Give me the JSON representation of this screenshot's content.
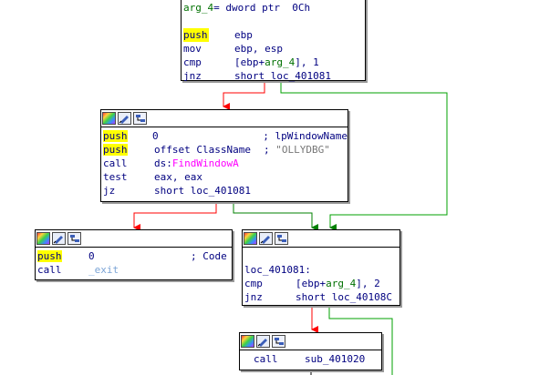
{
  "graph": {
    "node_top": {
      "header_line": {
        "name": "arg_4",
        "rest": "= dword ptr  0Ch"
      },
      "instructions": [
        {
          "mnemonic": "push",
          "operand": "ebp"
        },
        {
          "mnemonic": "mov",
          "operand": "ebp, esp"
        },
        {
          "mnemonic": "cmp",
          "op_pre": "[ebp+",
          "op_arg": "arg_4",
          "op_post": "], 1"
        },
        {
          "mnemonic": "jnz",
          "operand": "short loc_401081"
        }
      ]
    },
    "node_find": {
      "instructions": [
        {
          "mnemonic": "push",
          "operand": "0",
          "comment": "; lpWindowName"
        },
        {
          "mnemonic": "push",
          "operand": "offset ClassName",
          "comment": "; ",
          "string": "\"OLLYDBG\""
        },
        {
          "mnemonic": "call",
          "op_pre": "ds:",
          "op_api": "FindWindowA"
        },
        {
          "mnemonic": "test",
          "operand": "eax, eax"
        },
        {
          "mnemonic": "jz",
          "operand": "short loc_401081"
        }
      ]
    },
    "node_exit": {
      "instructions": [
        {
          "mnemonic": "push",
          "operand": "0",
          "comment": "; Code"
        },
        {
          "mnemonic": "call",
          "op_lib": "_exit"
        }
      ]
    },
    "node_loc": {
      "label": "loc_401081:",
      "instructions": [
        {
          "mnemonic": "cmp",
          "op_pre": "[ebp+",
          "op_arg": "arg_4",
          "op_post": "], 2"
        },
        {
          "mnemonic": "jnz",
          "operand": "short loc_40108C"
        }
      ]
    },
    "node_sub": {
      "instructions": [
        {
          "mnemonic": "call",
          "operand": "sub_401020"
        }
      ]
    }
  },
  "colors": {
    "edge_false": "#ff0000",
    "edge_true": "#008000",
    "edge_uncond": "#00a000",
    "mnemonic_highlight": "#ffff00"
  },
  "icons": [
    "colors-icon",
    "rename-icon",
    "graph-overview-icon"
  ]
}
